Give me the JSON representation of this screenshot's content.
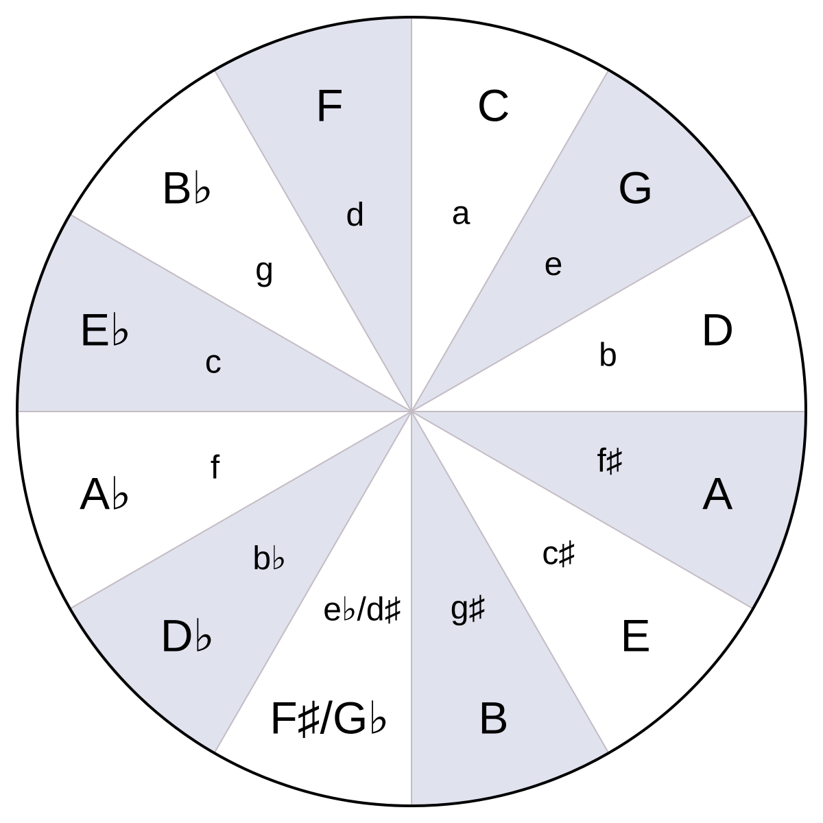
{
  "colors": {
    "shaded": "#e0e2ee",
    "unshaded": "#ffffff",
    "divider": "#c4bcc4",
    "outline": "#000000"
  },
  "keys": [
    {
      "major": "C",
      "minor": "a",
      "shaded": false
    },
    {
      "major": "G",
      "minor": "e",
      "shaded": true
    },
    {
      "major": "D",
      "minor": "b",
      "shaded": false
    },
    {
      "major": "A",
      "minor": "f♯",
      "shaded": true
    },
    {
      "major": "E",
      "minor": "c♯",
      "shaded": false
    },
    {
      "major": "B",
      "minor": "g♯",
      "shaded": true
    },
    {
      "major": "F♯/G♭",
      "minor": "e♭/d♯",
      "shaded": false
    },
    {
      "major": "D♭",
      "minor": "b♭",
      "shaded": true
    },
    {
      "major": "A♭",
      "minor": "f",
      "shaded": false
    },
    {
      "major": "E♭",
      "minor": "c",
      "shaded": true
    },
    {
      "major": "B♭",
      "minor": "g",
      "shaded": false
    },
    {
      "major": "F",
      "minor": "d",
      "shaded": true
    }
  ]
}
